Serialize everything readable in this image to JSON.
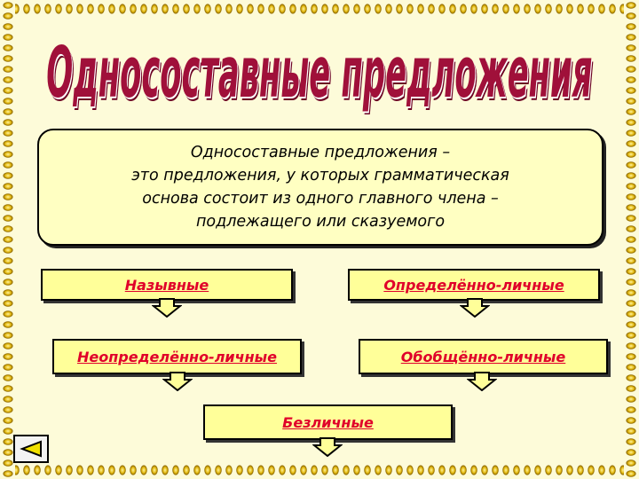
{
  "title": "Односоставные предложения",
  "definition": {
    "lines": [
      "Односоставные предложения –",
      "это предложения, у которых грамматическая",
      "основа состоит из одного главного члена –",
      "подлежащего или сказуемого"
    ]
  },
  "types": [
    "Назывные",
    "Определённо-личные",
    "Неопределённо-личные",
    "Обобщённо-личные",
    "Безличные"
  ],
  "colors": {
    "title": "#a0103a",
    "link": "#e0002a",
    "box_fill": "#ffff99",
    "background": "#fdfbd9",
    "frame": "#e2b80f"
  },
  "icons": {
    "arrow": "down-arrow-icon",
    "back": "back-triangle-icon"
  }
}
